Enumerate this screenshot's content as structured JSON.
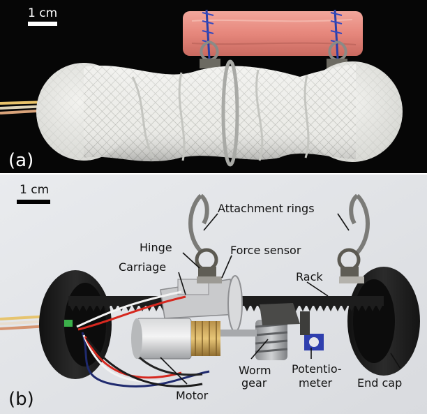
{
  "panel_a": {
    "panel_label": "(a)",
    "scale_bar_label": "1 cm"
  },
  "panel_b": {
    "panel_label": "(b)",
    "scale_bar_label": "1 cm",
    "annotations": {
      "attachment_rings": "Attachment rings",
      "hinge": "Hinge",
      "force_sensor": "Force sensor",
      "carriage": "Carriage",
      "rack": "Rack",
      "worm_gear_line1": "Worm",
      "worm_gear_line2": "gear",
      "potentiometer_line1": "Potentio-",
      "potentiometer_line2": "meter",
      "motor": "Motor",
      "end_cap": "End cap"
    }
  },
  "colors": {
    "panel_a_background": "#060606",
    "panel_b_background": "#e4e6e9",
    "tissue": "#e88a80",
    "mesh": "#e9e9e4",
    "end_cap": "#1c1c1c",
    "annotation_text": "#111111"
  }
}
